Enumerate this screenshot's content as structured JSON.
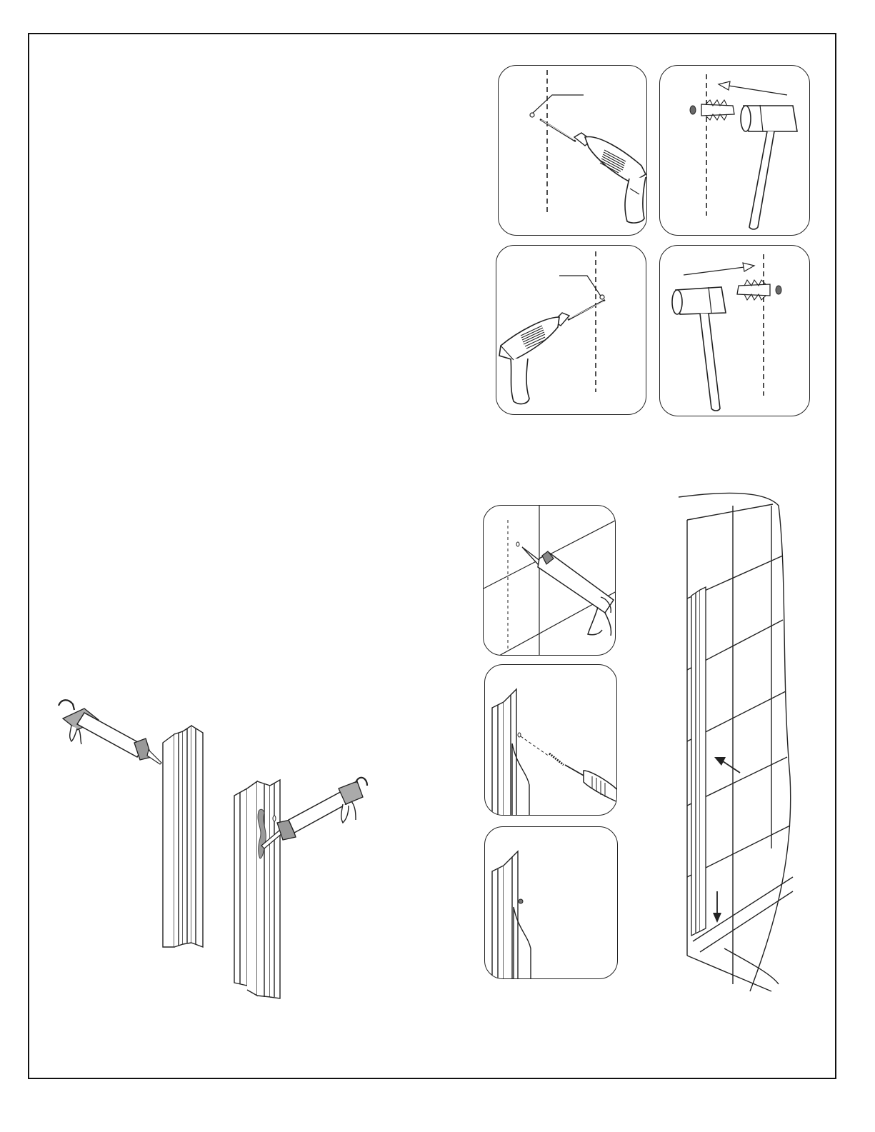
{
  "colors": {
    "line": "#222222",
    "fill_light": "#ffffff",
    "fill_grey": "#b5b5b5",
    "fill_dark": "#6a6a6a"
  },
  "figures": {
    "drill_wall_left": {
      "icons": [
        "wall-line",
        "drill-bit",
        "power-drill-icon"
      ]
    },
    "hammer_anchor_left": {
      "icons": [
        "direction-arrow",
        "wall-anchor-icon",
        "mallet-icon"
      ]
    },
    "drill_wall_right": {
      "icons": [
        "wall-line",
        "drill-bit",
        "power-drill-icon"
      ]
    },
    "hammer_anchor_right": {
      "icons": [
        "direction-arrow",
        "wall-anchor-icon",
        "mallet-icon"
      ]
    },
    "caulk_hole": {
      "icons": [
        "caulk-gun-icon",
        "tile-grid"
      ]
    },
    "screw_channel": {
      "icons": [
        "wall-channel",
        "screwdriver-icon",
        "screw-icon"
      ]
    },
    "channel_fixed": {
      "icons": [
        "wall-channel",
        "screw-head"
      ]
    },
    "installed_channel": {
      "icons": [
        "shower-wall",
        "wall-channel",
        "direction-arrow"
      ]
    },
    "caulk_channels": {
      "icons": [
        "caulk-gun-icon",
        "wall-channel",
        "sealant-bead"
      ]
    }
  }
}
